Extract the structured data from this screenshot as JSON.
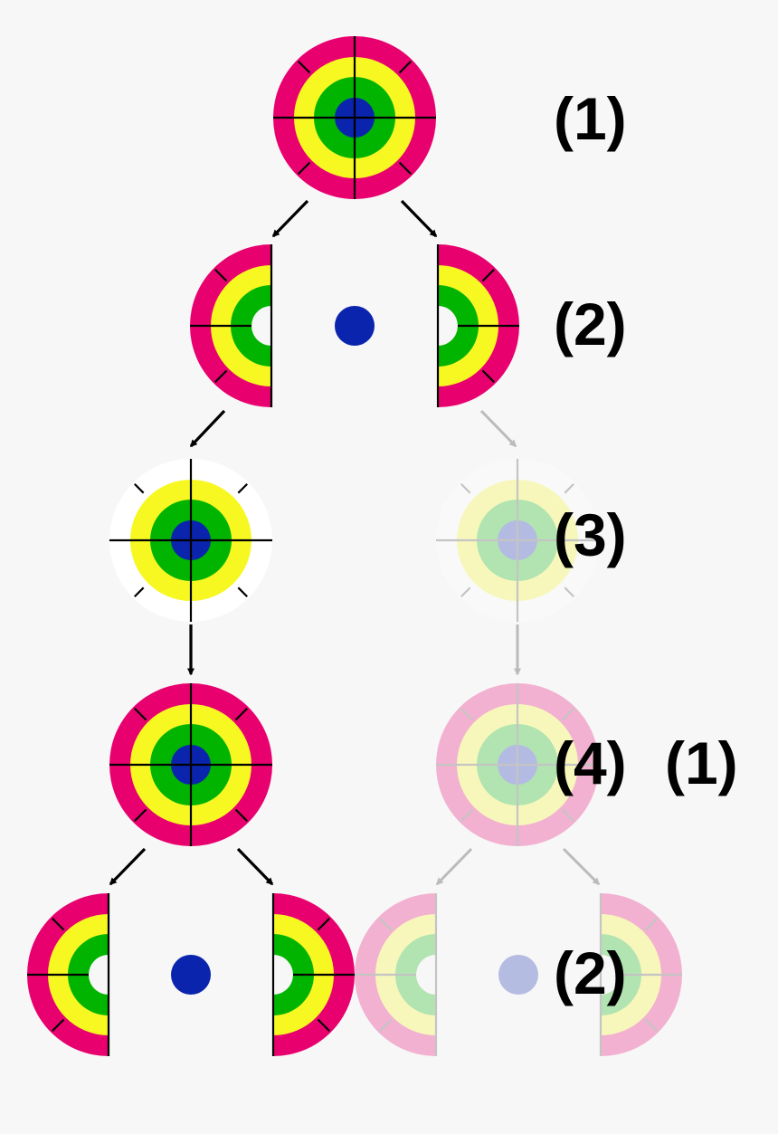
{
  "labels": {
    "step_1": "(1)",
    "step_2": "(2)",
    "step_3": "(3)",
    "step_4": "(4)",
    "step_1_repeat": "(1)",
    "step_2_repeat": "(2)"
  },
  "colors": {
    "outer_ring": "#e8006f",
    "middle_ring": "#f7f722",
    "inner_ring": "#00b400",
    "core": "#0a24ad",
    "partial_ring": "#ffffff",
    "spoke": "#000000",
    "arrow": "#000000",
    "faded_arrow": "#bbbbbb",
    "background": "#f7f7f7"
  }
}
